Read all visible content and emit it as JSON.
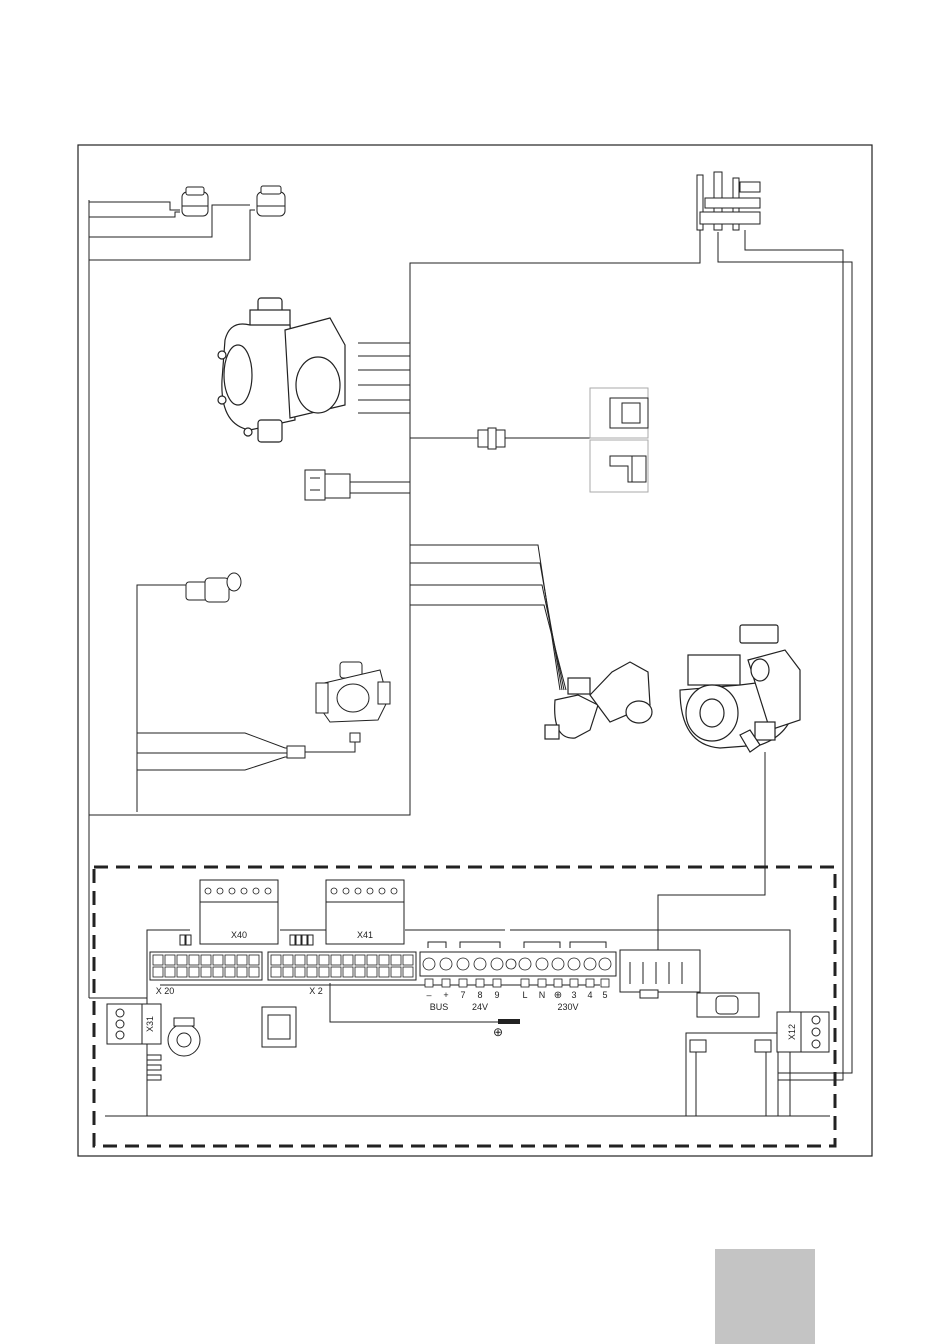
{
  "connectors": {
    "x40": "X40",
    "x41": "X41",
    "x20": "X 20",
    "x2": "X 2",
    "x31": "X31",
    "x12": "X12"
  },
  "terminals": {
    "pins": [
      "–",
      "+",
      "7",
      "8",
      "9",
      "L",
      "N",
      "⊕",
      "3",
      "4",
      "5"
    ],
    "group_bus": "BUS",
    "group_24v": "24V",
    "group_230v": "230V"
  },
  "ground_symbol": "⊕",
  "colors": {
    "line": "#222222",
    "page_tab": "#c4c4c4"
  },
  "icons": [
    "sensor-icon",
    "gas-valve-icon",
    "ignition-electrode-icon",
    "pump-icon",
    "diverter-valve-icon",
    "pressure-sensor-icon",
    "flow-sensor-icon",
    "transformer-icon"
  ]
}
